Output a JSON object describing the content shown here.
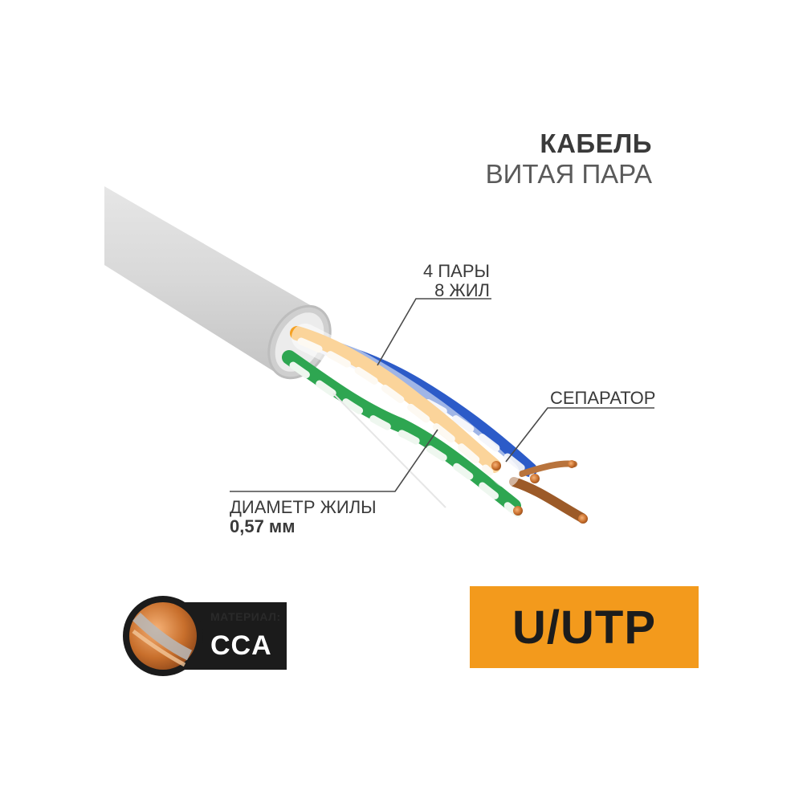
{
  "title": {
    "line1": "КАБЕЛЬ",
    "line2": "ВИТАЯ ПАРА"
  },
  "callouts": {
    "pairs_line1": "4 ПАРЫ",
    "pairs_line2": "8 ЖИЛ",
    "separator": "СЕПАРАТОР",
    "diameter_label": "ДИАМЕТР ЖИЛЫ",
    "diameter_value": "0,57 мм"
  },
  "material": {
    "label": "МАТЕРИАЛ:",
    "value": "CCA"
  },
  "cable_type": "U/UTP",
  "colors": {
    "accent": "#f39a1c",
    "sheath": "#d9d9d9",
    "copper": "#c97434",
    "wire_blue": "#2c5bc8",
    "wire_green": "#2ea651",
    "wire_orange": "#f5a020",
    "badge_dark": "#1b1b1b"
  }
}
